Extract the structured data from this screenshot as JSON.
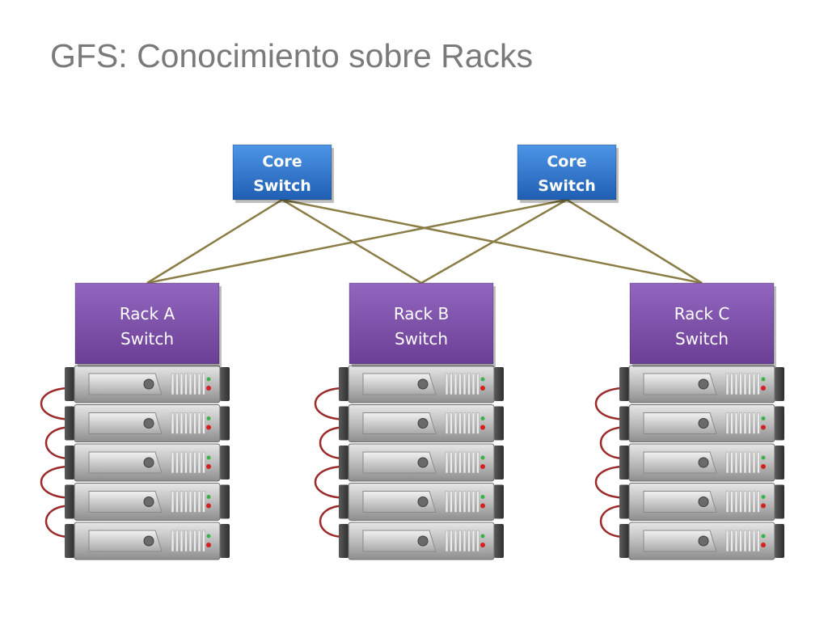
{
  "title": "GFS: Conocimiento sobre Racks",
  "core_switches": [
    {
      "line1": "Core",
      "line2": "Switch"
    },
    {
      "line1": "Core",
      "line2": "Switch"
    }
  ],
  "rack_switches": [
    {
      "line1": "Rack A",
      "line2": "Switch"
    },
    {
      "line1": "Rack B",
      "line2": "Switch"
    },
    {
      "line1": "Rack C",
      "line2": "Switch"
    }
  ],
  "servers_per_rack": 5,
  "colors": {
    "title": "#7a7a7a",
    "core_switch": "#2f73c8",
    "rack_switch": "#7b4ea3",
    "link": "#8a7d45",
    "cable": "#9b2a2a",
    "server_body": "#b5b5b5",
    "led_green": "#37b34a",
    "led_red": "#d62020"
  }
}
